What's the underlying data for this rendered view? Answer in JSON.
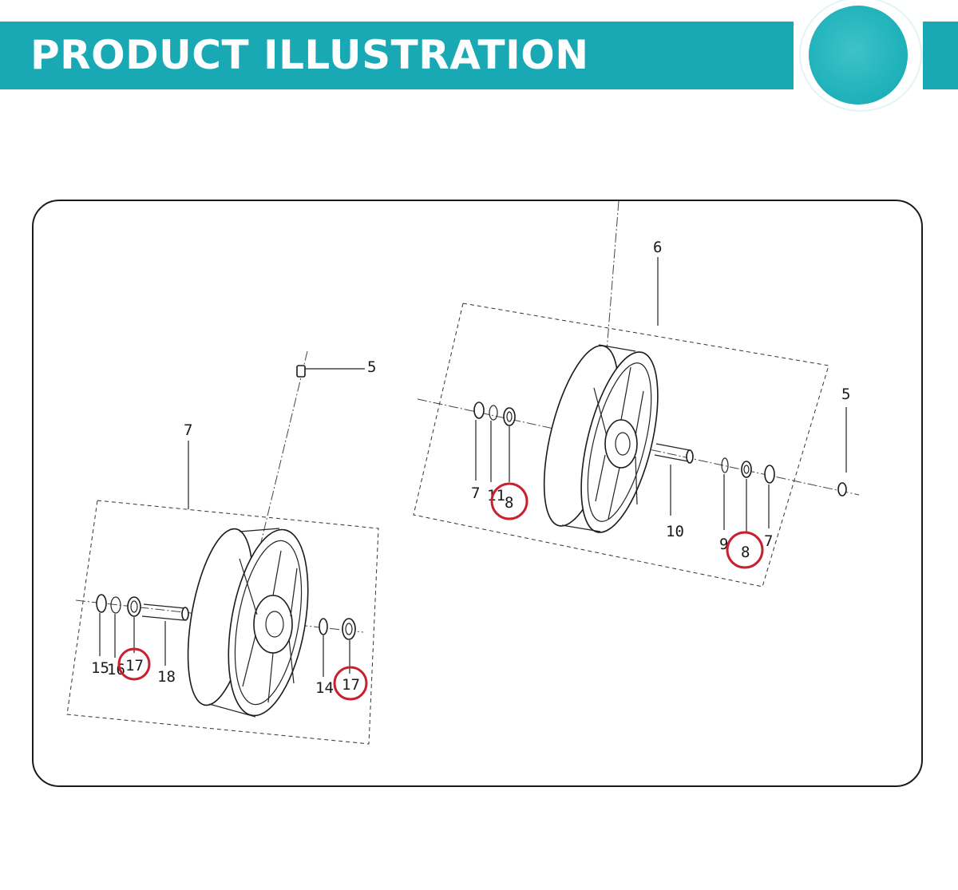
{
  "header": {
    "title": "PRODUCT ILLUSTRATION",
    "accent_color": "#19a9b4",
    "badge_color": "#21b3bb"
  },
  "diagram": {
    "highlight_color": "#c8202f",
    "rear_wheel": {
      "labels": {
        "wheel": "7",
        "valve": "5",
        "seal": "15",
        "circlip": "16",
        "bearing_left": "17",
        "spacer": "18",
        "collar": "14",
        "bearing_right": "17"
      }
    },
    "front_wheel": {
      "labels": {
        "wheel": "6",
        "valve": "5",
        "seal_left": "7",
        "circlip": "11",
        "bearing_left": "8",
        "spacer": "10",
        "spacer_ring": "9",
        "bearing_right": "8",
        "seal_right": "7"
      }
    }
  }
}
